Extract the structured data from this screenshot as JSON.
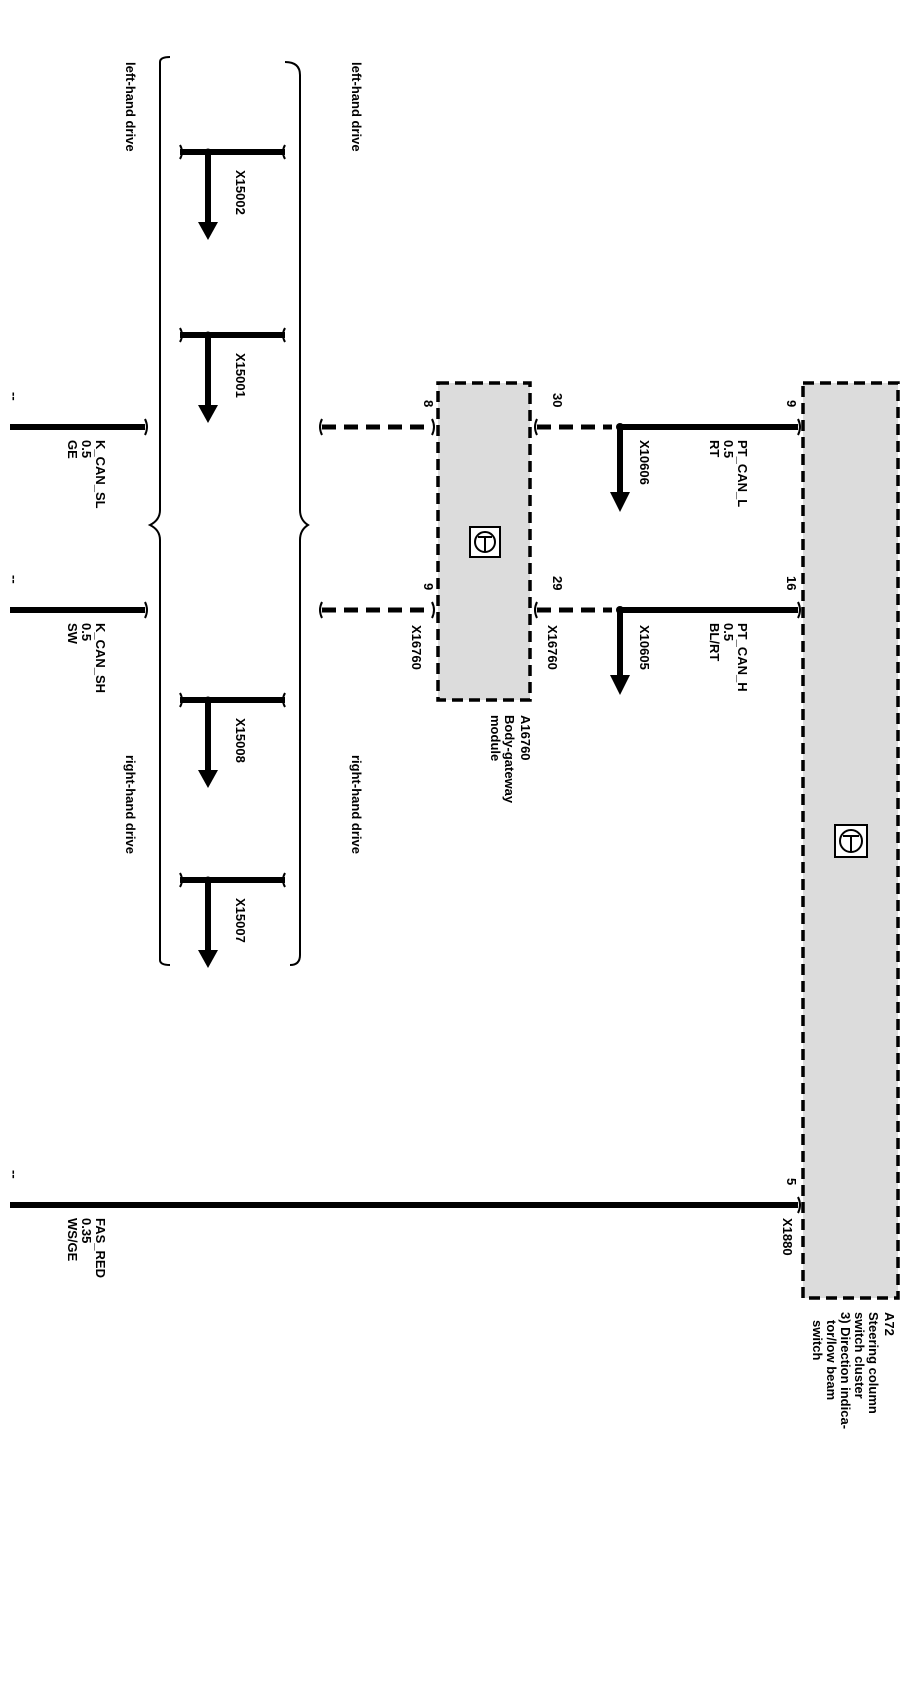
{
  "drive": {
    "left_top": "left-hand drive",
    "left_bottom": "left-hand drive",
    "right_top": "right-hand drive",
    "right_bottom": "right-hand drive"
  },
  "connectors": {
    "x15002": "X15002",
    "x15001": "X15001",
    "x15008": "X15008",
    "x15007": "X15007",
    "x10606": "X10606",
    "x10605": "X10605",
    "x16760_a": "X16760",
    "x16760_b": "X16760",
    "x1880": "X1880"
  },
  "pins": {
    "p8": "8",
    "p30": "30",
    "p9_a72": "9",
    "p9_gw": "9",
    "p29": "29",
    "p16": "16",
    "p5": "5"
  },
  "wires": {
    "pt_can_l": {
      "name": "PT_CAN_L",
      "size": "0.5",
      "color": "RT"
    },
    "pt_can_h": {
      "name": "PT_CAN_H",
      "size": "0.5",
      "color": "BL/RT"
    },
    "k_can_sl": {
      "name": "K_CAN_SL",
      "size": "0.5",
      "color": "GE"
    },
    "k_can_sh": {
      "name": "K_CAN_SH",
      "size": "0.5",
      "color": "SW"
    },
    "fas_red": {
      "name": "FAS_RED",
      "size": "0.35",
      "color": "WS/GE"
    }
  },
  "modules": {
    "gateway": {
      "id": "A16760",
      "line1": "Body-gateway",
      "line2": "module"
    },
    "a72": {
      "id": "A72",
      "line1": "Steering column",
      "line2": "switch cluster",
      "line3": "3) Direction indica-",
      "line4": "tor/low beam",
      "line5": "switch"
    }
  },
  "markers": {
    "m1": "--",
    "m2": "--",
    "m3": "--"
  }
}
